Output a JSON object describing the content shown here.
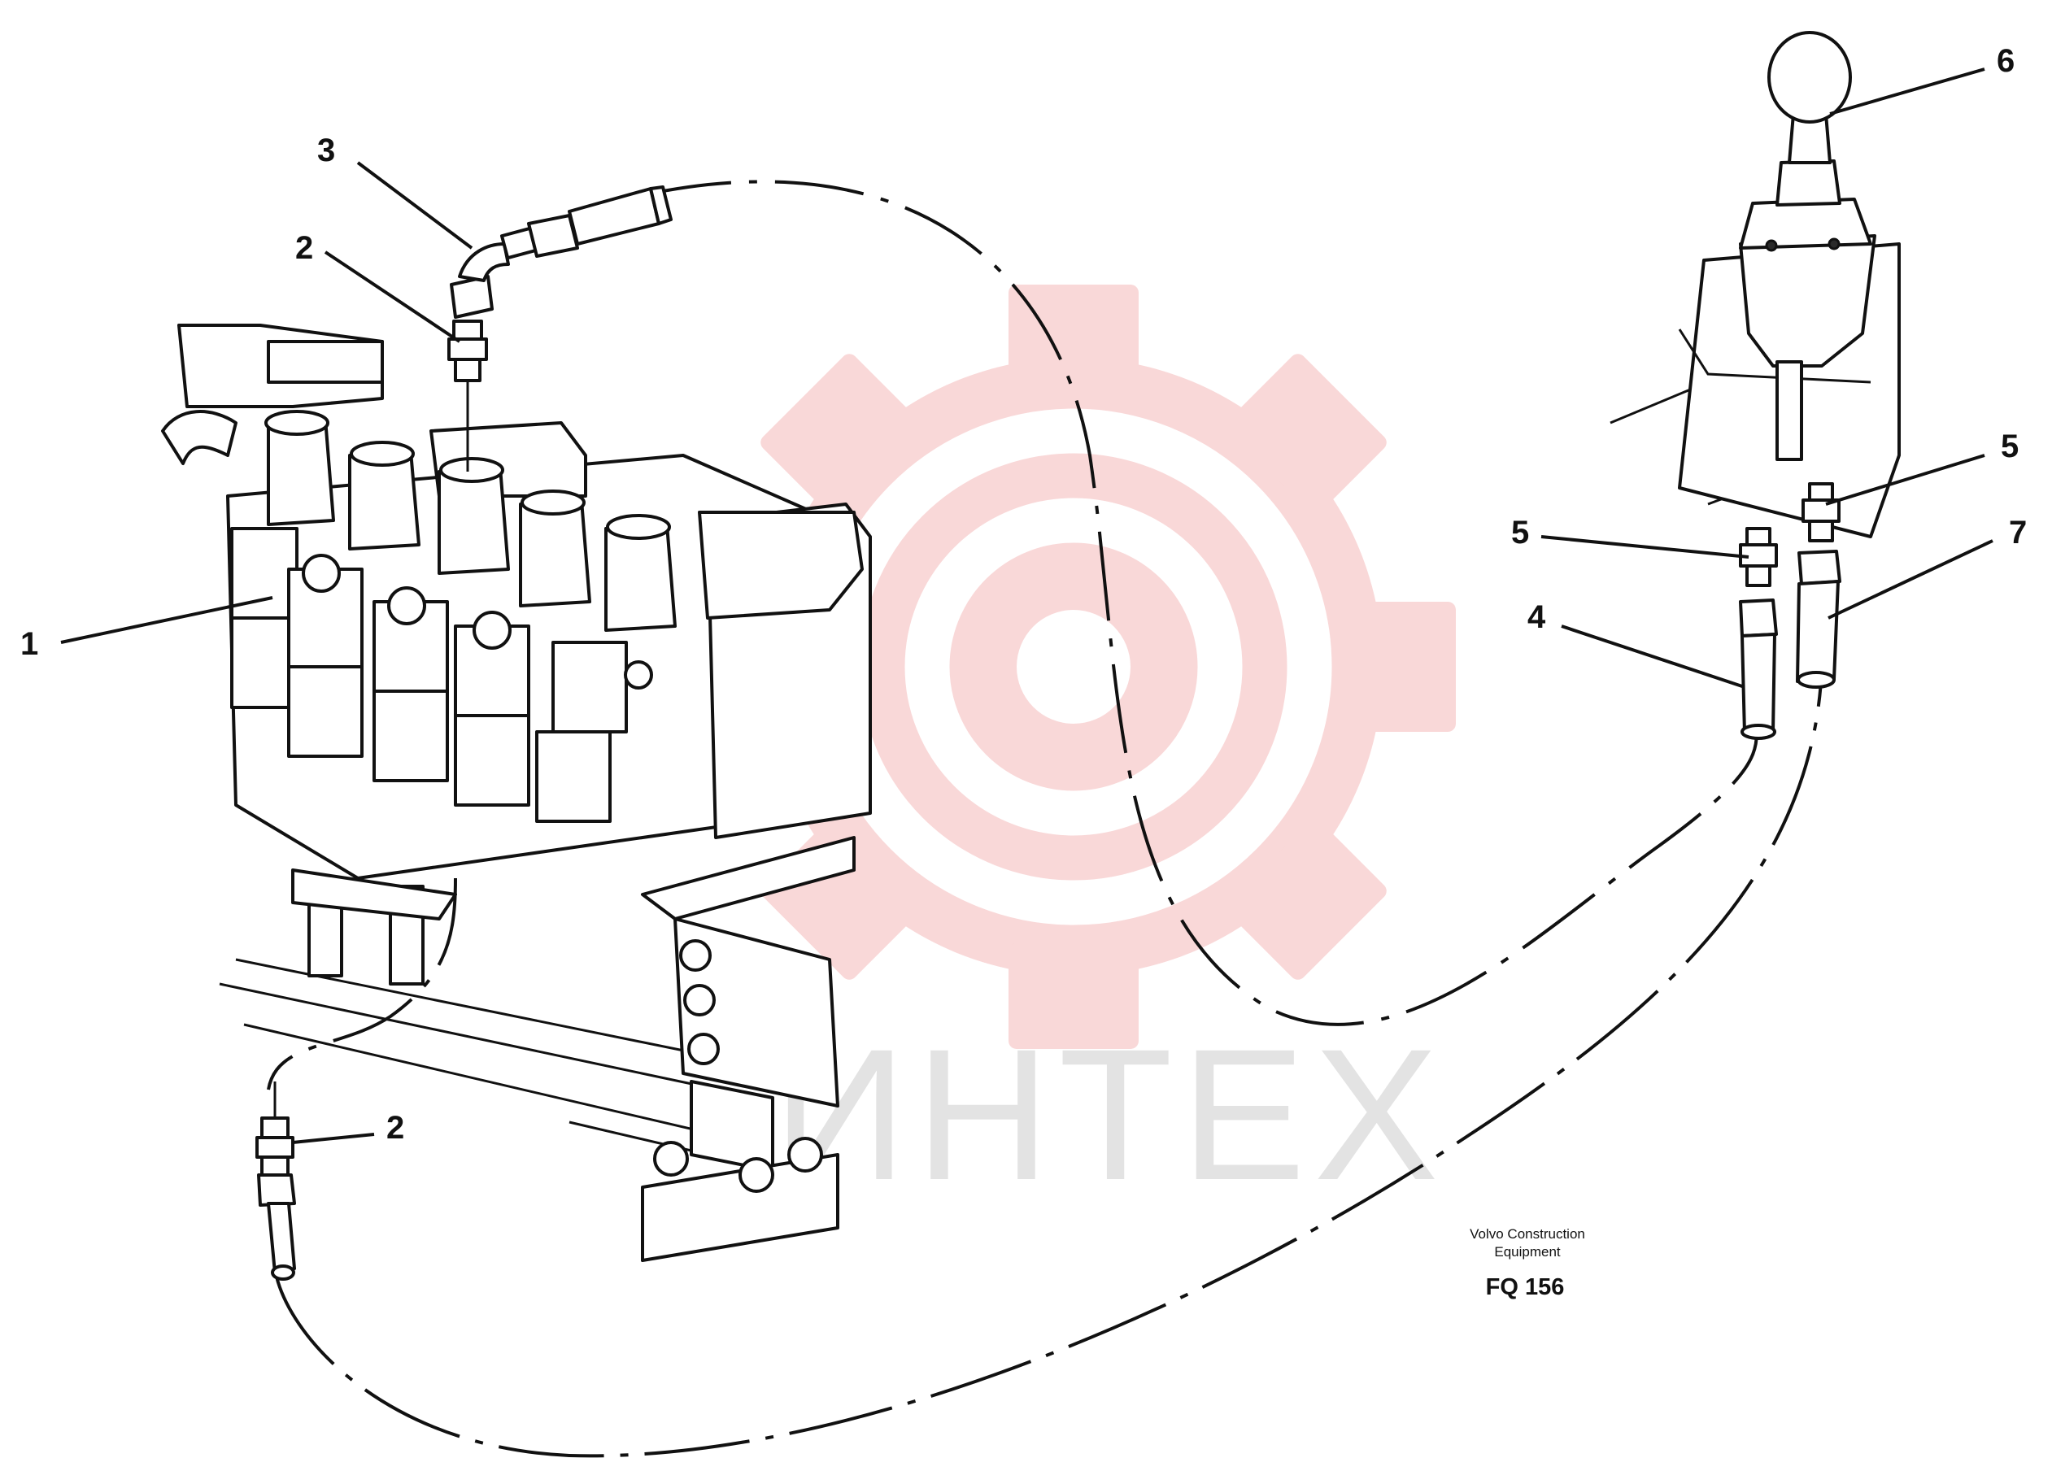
{
  "callouts": [
    {
      "id": "c1",
      "label": "1"
    },
    {
      "id": "c2a",
      "label": "2"
    },
    {
      "id": "c2b",
      "label": "2"
    },
    {
      "id": "c3",
      "label": "3"
    },
    {
      "id": "c4",
      "label": "4"
    },
    {
      "id": "c5a",
      "label": "5"
    },
    {
      "id": "c5b",
      "label": "5"
    },
    {
      "id": "c6",
      "label": "6"
    },
    {
      "id": "c7",
      "label": "7"
    }
  ],
  "caption": {
    "line1": "Volvo Construction",
    "line2": "Equipment",
    "code": "FQ 156"
  },
  "watermark": {
    "text": "ИНТЕХ",
    "gear_color": "#f4b8b8"
  }
}
